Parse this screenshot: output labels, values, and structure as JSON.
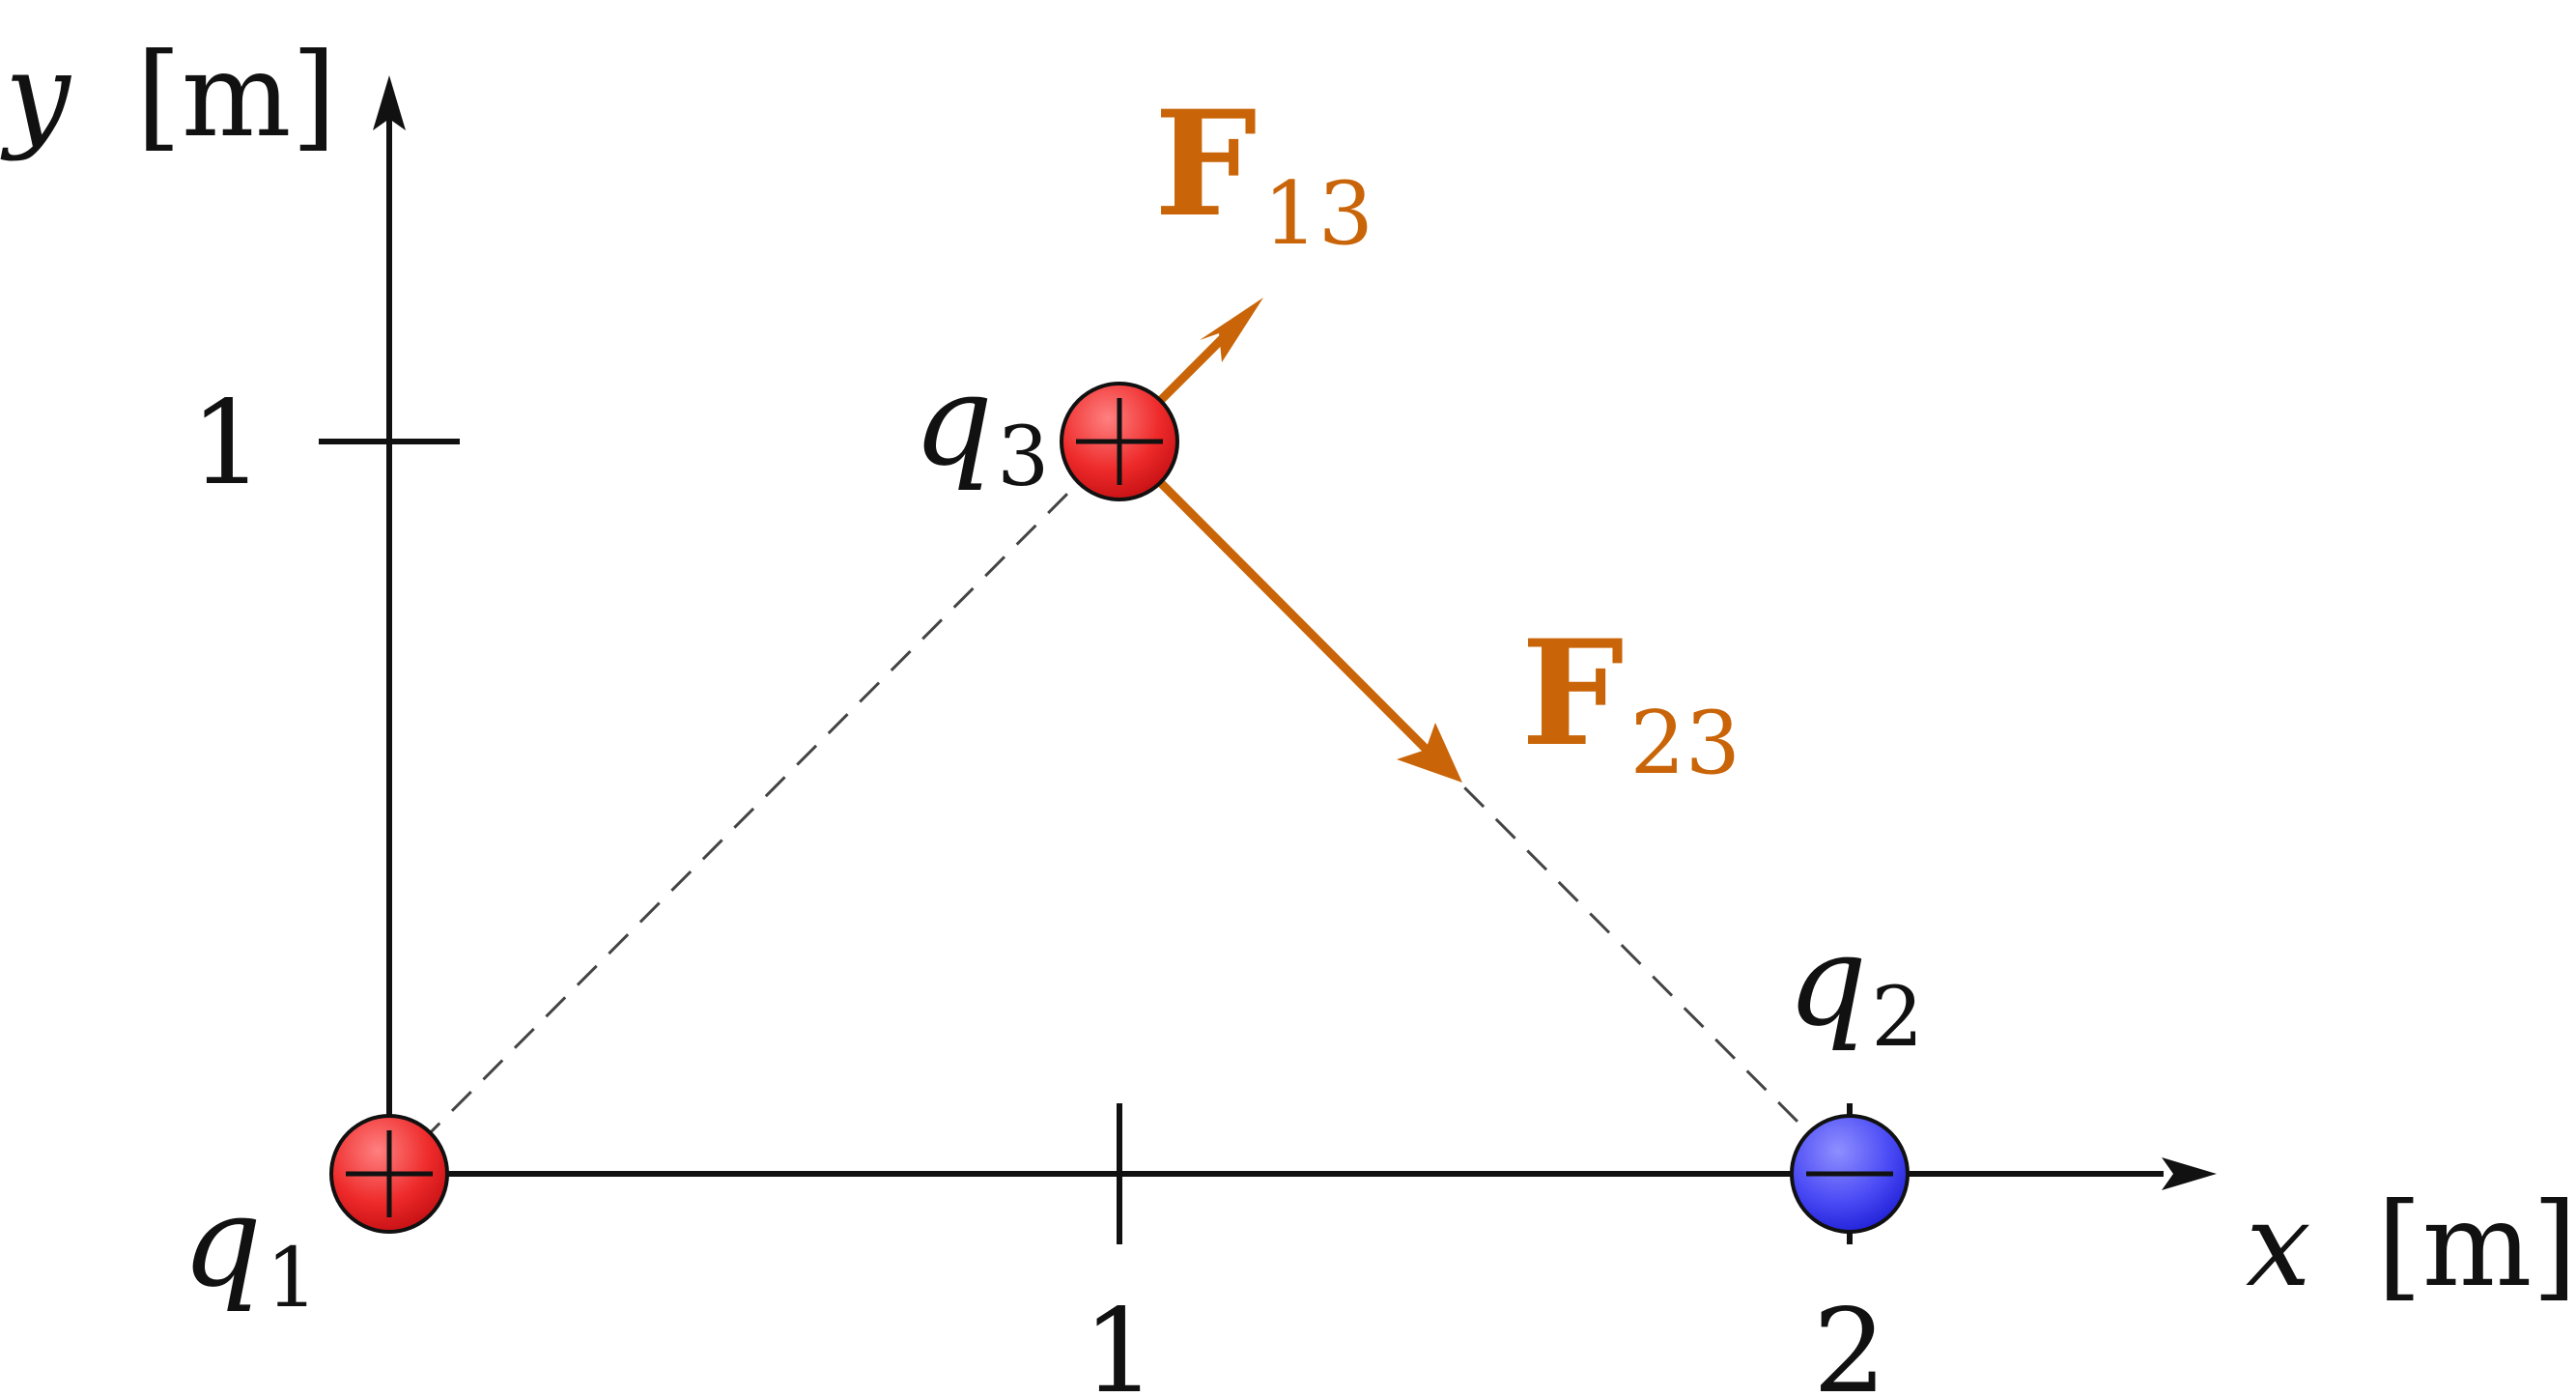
{
  "axes": {
    "x": {
      "symbol": "x",
      "unit": "[m]",
      "ticks": [
        "1",
        "2"
      ]
    },
    "y": {
      "symbol": "y",
      "unit": "[m]",
      "ticks": [
        "1"
      ]
    }
  },
  "charges": [
    {
      "id": "q1",
      "name": "q",
      "sub": "1",
      "sign": "+",
      "x": 0,
      "y": 0,
      "color": "#e8232a"
    },
    {
      "id": "q2",
      "name": "q",
      "sub": "2",
      "sign": "−",
      "x": 2,
      "y": 0,
      "color": "#3a3cf0"
    },
    {
      "id": "q3",
      "name": "q",
      "sub": "3",
      "sign": "+",
      "x": 1,
      "y": 1,
      "color": "#e8232a"
    }
  ],
  "forces": [
    {
      "id": "F13",
      "name": "F",
      "sub": "13",
      "color": "#c96508"
    },
    {
      "id": "F23",
      "name": "F",
      "sub": "23",
      "color": "#c96508"
    }
  ]
}
